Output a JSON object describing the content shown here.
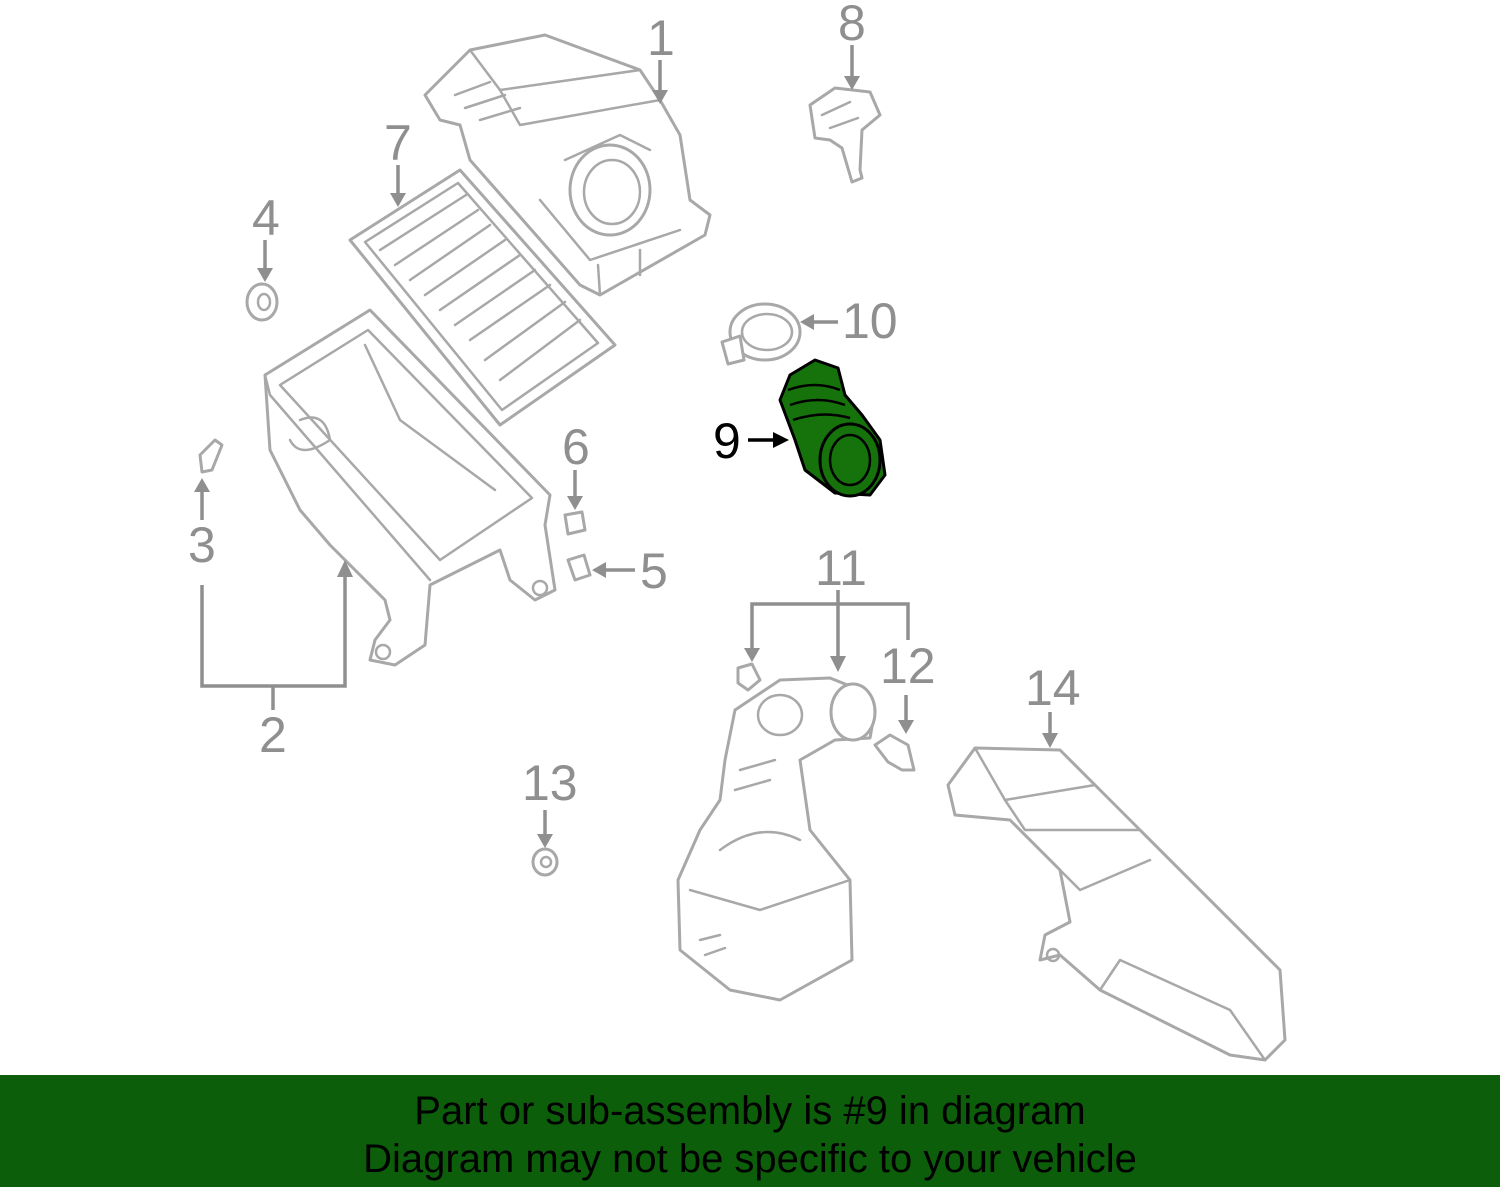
{
  "diagram": {
    "callouts": {
      "c1": "1",
      "c2": "2",
      "c3": "3",
      "c4": "4",
      "c5": "5",
      "c6": "6",
      "c7": "7",
      "c8": "8",
      "c9": "9",
      "c10": "10",
      "c11": "11",
      "c12": "12",
      "c13": "13",
      "c14": "14"
    },
    "highlighted_part": "9"
  },
  "colors": {
    "banner_bg": "#0d5e0a",
    "highlight_part": "#16720b",
    "part_outline": "#a8a8a8"
  },
  "banner": {
    "line1": "Part or sub-assembly is #9 in diagram",
    "line2": "Diagram may not be specific to your vehicle"
  }
}
